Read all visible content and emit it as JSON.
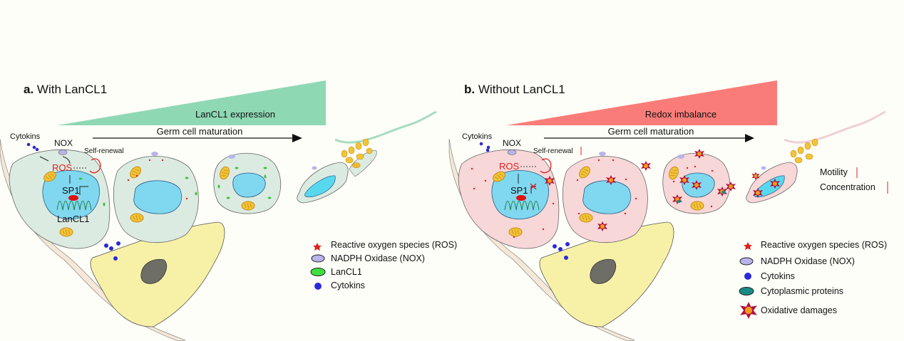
{
  "panel_a": {
    "letter": "a.",
    "title": "With LanCL1",
    "gradient_label": "LanCL1 expression",
    "gradient_color": "#8fd8b4",
    "arrow_label": "Germ cell maturation",
    "cell_color": "#dcebe2",
    "labels": {
      "cytokins": "Cytokins",
      "nox": "NOX",
      "ros": "ROS",
      "self_renewal": "Self-renewal",
      "sp1": "SP1",
      "lancl1": "LanCL1"
    },
    "legend": [
      {
        "icon": "ros-star-icon",
        "label": "Reactive oxygen species (ROS)"
      },
      {
        "icon": "nox-oval-icon",
        "label": "NADPH Oxidase (NOX)"
      },
      {
        "icon": "lancl1-oval-icon",
        "label": "LanCL1"
      },
      {
        "icon": "cytokin-dot-icon",
        "label": "Cytokins"
      }
    ]
  },
  "panel_b": {
    "letter": "b.",
    "title": "Without LanCL1",
    "gradient_label": "Redox imbalance",
    "gradient_color": "#fa7c78",
    "arrow_label": "Germ cell maturation",
    "cell_color": "#f7d7d8",
    "labels": {
      "cytokins": "Cytokins",
      "nox": "NOX",
      "ros": "ROS",
      "self_renewal": "Self-renewal",
      "sp1": "SP1",
      "motility": "Motility",
      "concentration": "Concentration"
    },
    "legend": [
      {
        "icon": "ros-star-icon",
        "label": "Reactive oxygen species (ROS)"
      },
      {
        "icon": "nox-oval-icon",
        "label": "NADPH Oxidase (NOX)"
      },
      {
        "icon": "cytokin-dot-icon",
        "label": "Cytokins"
      },
      {
        "icon": "cytoplasmic-protein-icon",
        "label": "Cytoplasmic proteins"
      },
      {
        "icon": "oxidative-damage-icon",
        "label": "Oxidative damages"
      }
    ]
  },
  "colors": {
    "ros": "#e02020",
    "nox": "#b8b4ea",
    "lancl1": "#3fbf3f",
    "cytokin": "#2a2ad8",
    "nucleus": "#7fd8f0",
    "mitochondria": "#f2c438",
    "sertoli": "#f7f1a8",
    "sertoli_nucleus": "#6e6e66",
    "damage_outer": "#b0123e",
    "damage_inner": "#f49a1a",
    "protein": "#1a8a86"
  }
}
